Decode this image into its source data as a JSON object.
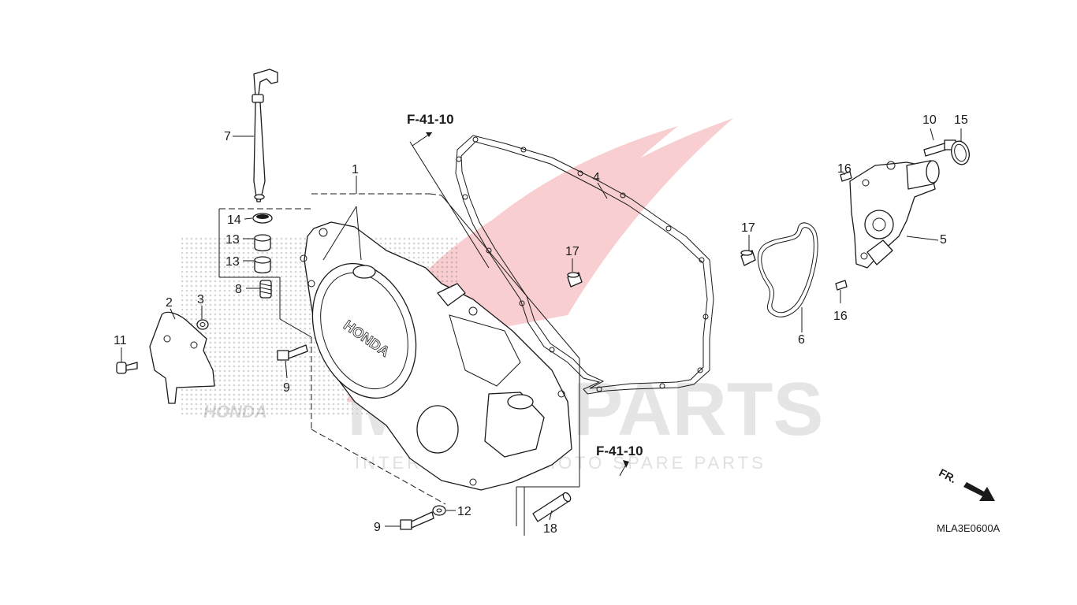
{
  "watermark": {
    "brand": "HONDA",
    "big": "MOTOPARTS",
    "small": "INTERNATIONAL MOTO SPARE PARTS",
    "color": "#e0242f"
  },
  "callouts": {
    "c1": "1",
    "c2": "2",
    "c3": "3",
    "c4": "4",
    "c5": "5",
    "c6": "6",
    "c7": "7",
    "c8": "8",
    "c9a": "9",
    "c9b": "9",
    "c10": "10",
    "c11": "11",
    "c12": "12",
    "c13a": "13",
    "c13b": "13",
    "c14": "14",
    "c15": "15",
    "c16a": "16",
    "c16b": "16",
    "c17a": "17",
    "c17b": "17",
    "c18": "18"
  },
  "references": {
    "ref_top": "F-41-10",
    "ref_bottom": "F-41-10"
  },
  "direction_label": "FR.",
  "diagram_code": "MLA3E0600A",
  "icons": {
    "direction_arrow": "arrow-right-down-icon"
  }
}
